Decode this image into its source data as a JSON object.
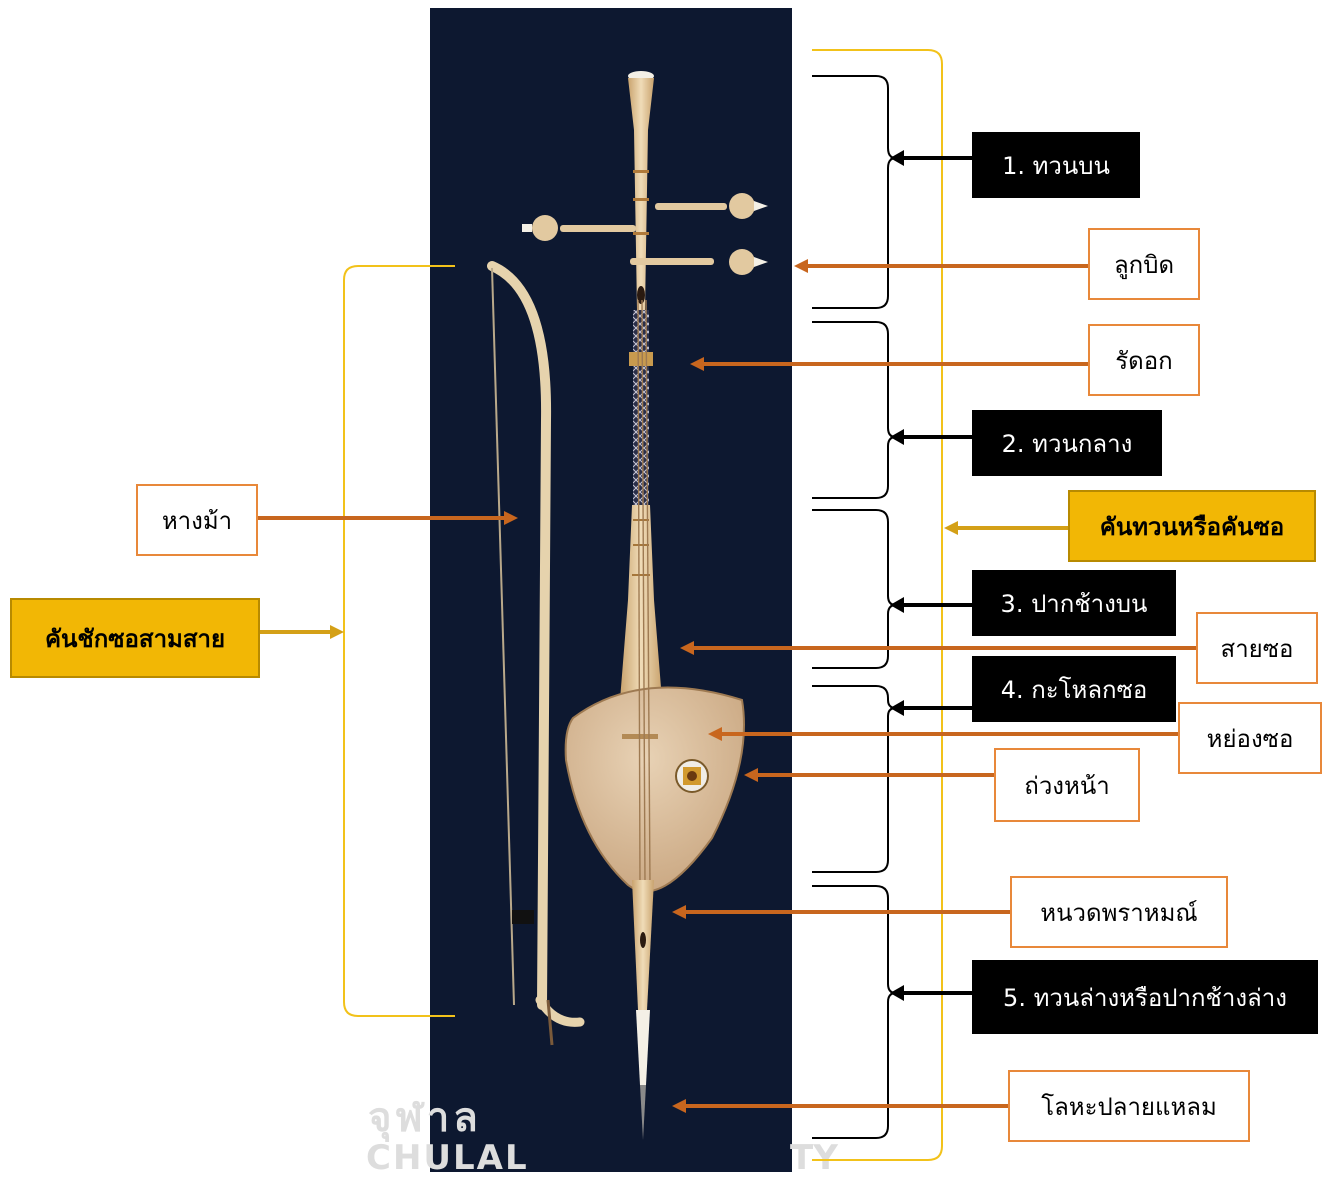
{
  "colors": {
    "photo_background": "#0d1830",
    "wood": "#e2c9a0",
    "orange_arrow": "#c8661e",
    "gold_bracket": "#f2c21a",
    "black": "#000000"
  },
  "labels": {
    "part1": "1. ทวนบน",
    "pegs": "ลูกบิด",
    "neck_band": "รัดอก",
    "part2": "2. ทวนกลาง",
    "shaft": "คันทวนหรือคันซอ",
    "part3": "3. ปากช้างบน",
    "strings": "สายซอ",
    "part4": "4. กะโหลกซอ",
    "bridge": "หย่องซอ",
    "weight": "ถ่วงหน้า",
    "tail_knot": "หนวดพราหมณ์",
    "part5": "5. ทวนล่างหรือปากช้างล่าง",
    "metal_tip": "โลหะปลายแหลม",
    "horsehair": "หางม้า",
    "bow": "คันชักซอสามสาย"
  },
  "watermark": {
    "line1": "จุฬาล",
    "line2": "CHULAL",
    "line3": "TY"
  }
}
